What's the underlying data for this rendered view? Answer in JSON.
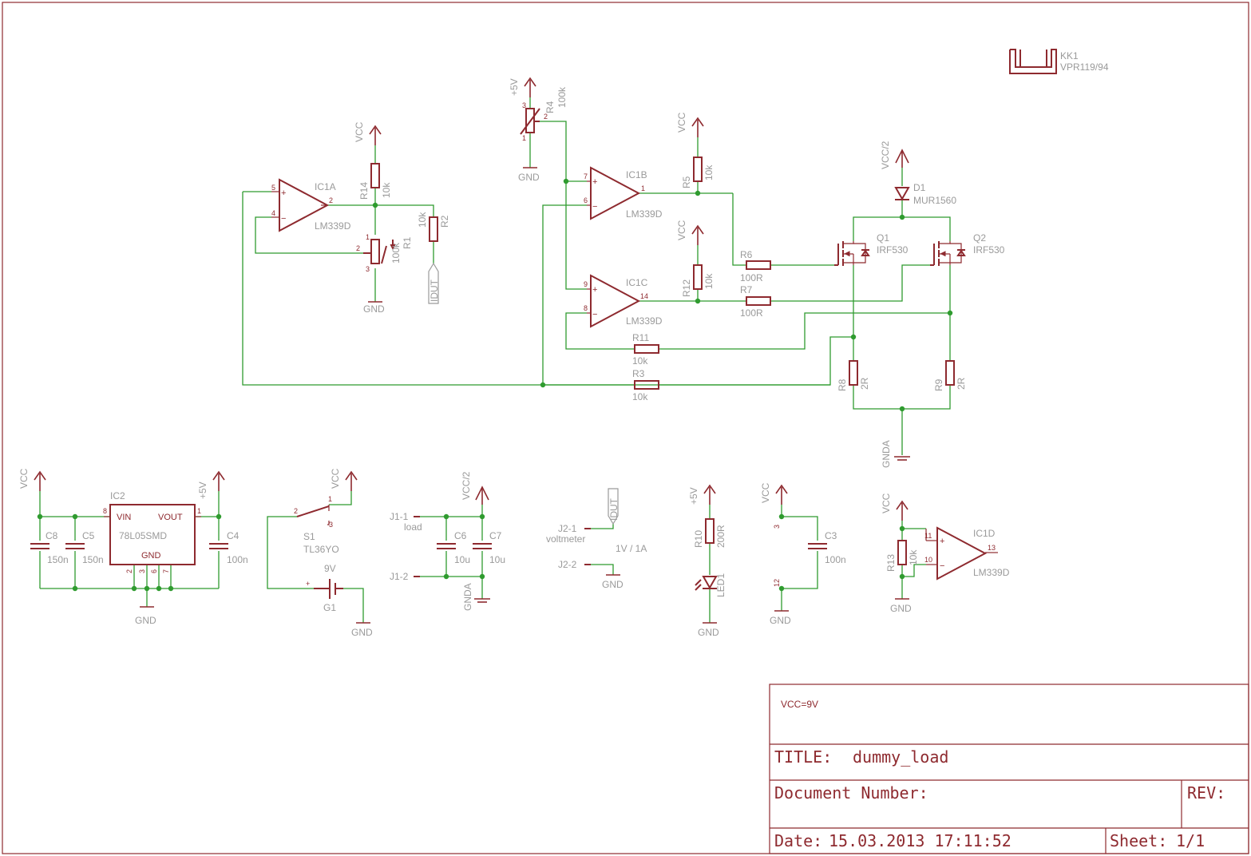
{
  "title_block": {
    "note": "VCC=9V",
    "title_label": "TITLE:",
    "title_value": "dummy_load",
    "document_number_label": "Document Number:",
    "rev_label": "REV:",
    "date_label": "Date:",
    "date_value": "15.03.2013 17:11:52",
    "sheet_label": "Sheet:",
    "sheet_value": "1/1"
  },
  "nets": {
    "vcc": "VCC",
    "gnd": "GND",
    "plus5v": "+5V",
    "vcc2": "VCC/2",
    "gnda": "GNDA",
    "idut": "IDUT"
  },
  "parts": {
    "ic1a": {
      "name": "IC1A",
      "value": "LM339D"
    },
    "ic1b": {
      "name": "IC1B",
      "value": "LM339D"
    },
    "ic1c": {
      "name": "IC1C",
      "value": "LM339D"
    },
    "ic1d": {
      "name": "IC1D",
      "value": "LM339D"
    },
    "ic2": {
      "name": "IC2",
      "value": "78L05SMD",
      "vin": "VIN",
      "vout": "VOUT",
      "gnd": "GND"
    },
    "r1": {
      "name": "R1",
      "value": "100k"
    },
    "r2": {
      "name": "R2",
      "value": "10k"
    },
    "r3": {
      "name": "R3",
      "value": "10k"
    },
    "r4": {
      "name": "R4",
      "value": "100k"
    },
    "r5": {
      "name": "R5",
      "value": "10k"
    },
    "r6": {
      "name": "R6",
      "value": "100R"
    },
    "r7": {
      "name": "R7",
      "value": "100R"
    },
    "r8": {
      "name": "R8",
      "value": "2R"
    },
    "r9": {
      "name": "R9",
      "value": "2R"
    },
    "r10": {
      "name": "R10",
      "value": "200R"
    },
    "r11": {
      "name": "R11",
      "value": "10k"
    },
    "r12": {
      "name": "R12",
      "value": "10k"
    },
    "r13": {
      "name": "R13",
      "value": "10k"
    },
    "r14": {
      "name": "R14",
      "value": "10k"
    },
    "c3": {
      "name": "C3",
      "value": "100n"
    },
    "c4": {
      "name": "C4",
      "value": "100n"
    },
    "c5": {
      "name": "C5",
      "value": "150n"
    },
    "c6": {
      "name": "C6",
      "value": "10u"
    },
    "c7": {
      "name": "C7",
      "value": "10u"
    },
    "c8": {
      "name": "C8",
      "value": "150n"
    },
    "d1": {
      "name": "D1",
      "value": "MUR1560"
    },
    "q1": {
      "name": "Q1",
      "value": "IRF530"
    },
    "q2": {
      "name": "Q2",
      "value": "IRF530"
    },
    "s1": {
      "name": "S1",
      "value": "TL36YO"
    },
    "g1": {
      "name": "G1",
      "value": "9V"
    },
    "led1": {
      "name": "LED1"
    },
    "kk1": {
      "name": "KK1",
      "value": "VPR119/94"
    },
    "j1_1": {
      "name": "J1-1",
      "value": "load"
    },
    "j1_2": {
      "name": "J1-2"
    },
    "j2_1": {
      "name": "J2-1",
      "value": "voltmeter"
    },
    "j2_2": {
      "name": "J2-2"
    },
    "note_range": "1V / 1A"
  },
  "pins": {
    "plus": "+",
    "minus": "−",
    "p1": "1",
    "p2": "2",
    "p3": "3",
    "p4": "4",
    "p5": "5",
    "p6": "6",
    "p7": "7",
    "p8": "8",
    "p9": "9",
    "p10": "10",
    "p11": "11",
    "p12": "12",
    "p13": "13",
    "p14": "14"
  },
  "colors": {
    "symbol": "#8e2a2f",
    "wire": "#2f9b2f",
    "label": "#9a9a9a",
    "background": "#ffffff"
  }
}
